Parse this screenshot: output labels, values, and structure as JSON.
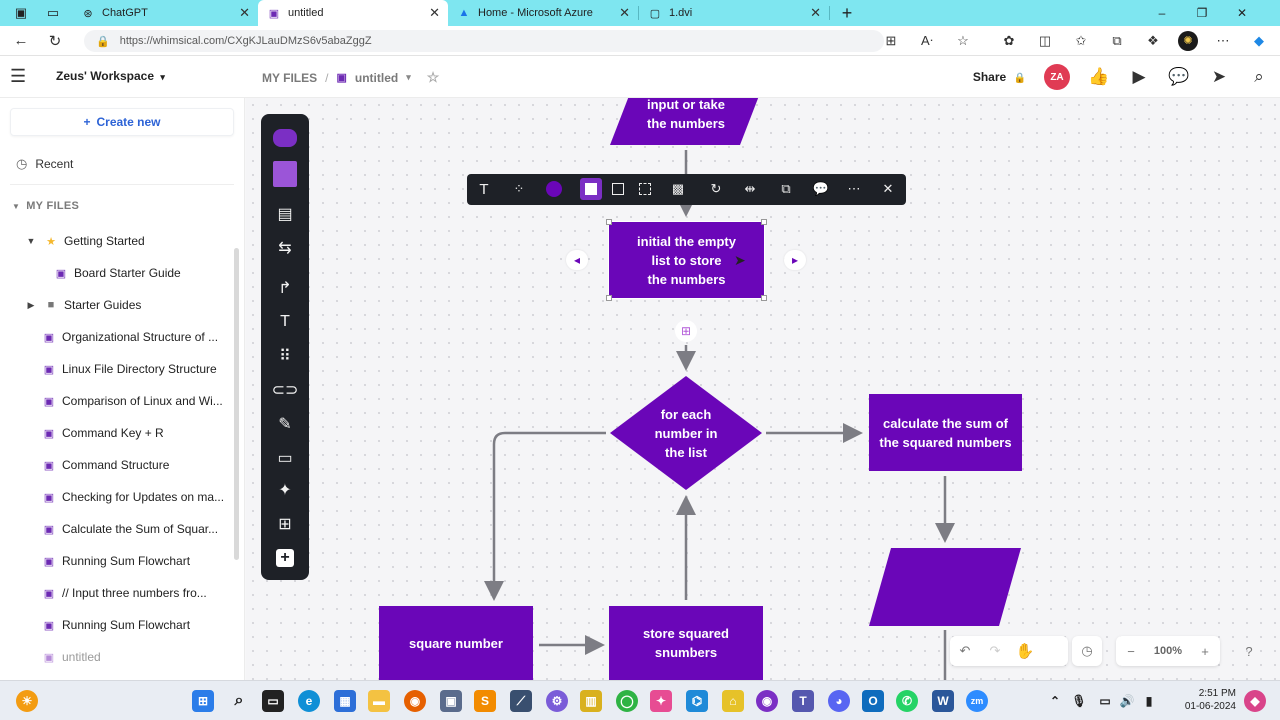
{
  "browser": {
    "tabs": [
      {
        "title": "ChatGPT",
        "active": false
      },
      {
        "title": "untitled",
        "active": true
      },
      {
        "title": "Home - Microsoft Azure",
        "active": false
      },
      {
        "title": "1.dvi",
        "active": false
      }
    ],
    "new_tab": "+",
    "url": "https://whimsical.com/CXgKJLauDMzS6v5abaZggZ",
    "window_controls": [
      "–",
      "❐",
      "✕"
    ]
  },
  "header": {
    "workspace": "Zeus' Workspace",
    "breadcrumb_root": "MY FILES",
    "breadcrumb_sep": "/",
    "doc_title": "untitled",
    "share_label": "Share",
    "avatar_initials": "ZA"
  },
  "sidebar": {
    "create_new": "Create new",
    "recent": "Recent",
    "my_files": "MY FILES",
    "items": [
      {
        "label": "Getting Started",
        "kind": "folder-star"
      },
      {
        "label": "Board Starter Guide",
        "kind": "board"
      },
      {
        "label": "Starter Guides",
        "kind": "folder"
      },
      {
        "label": "Organizational Structure of ...",
        "kind": "board"
      },
      {
        "label": "Linux File Directory Structure",
        "kind": "board"
      },
      {
        "label": "Comparison of Linux and Wi...",
        "kind": "board"
      },
      {
        "label": "Command Key + R",
        "kind": "board"
      },
      {
        "label": "Command Structure",
        "kind": "board"
      },
      {
        "label": "Checking for Updates on ma...",
        "kind": "board"
      },
      {
        "label": "Calculate the Sum of Squar...",
        "kind": "board"
      },
      {
        "label": "Running Sum Flowchart",
        "kind": "board"
      },
      {
        "label": "// Input three numbers fro...",
        "kind": "board"
      },
      {
        "label": "Running Sum Flowchart",
        "kind": "board"
      },
      {
        "label": "untitled",
        "kind": "board"
      }
    ]
  },
  "flowchart": {
    "input_node": "input or take\nthe numbers",
    "init_node": "initial the empty\nlist to store\nthe numbers",
    "decision_node": "for each\nnumber in\nthe list",
    "sum_node": "calculate the sum of\nthe squared numbers",
    "square_node": "square number",
    "store_node": "store squared\nsnumbers",
    "shape_color": "#6a06b8",
    "selection_color": "#ffffff"
  },
  "bottom": {
    "zoom": "100%",
    "help": "?"
  },
  "taskbar": {
    "time": "2:51 PM",
    "date": "01-06-2024"
  }
}
